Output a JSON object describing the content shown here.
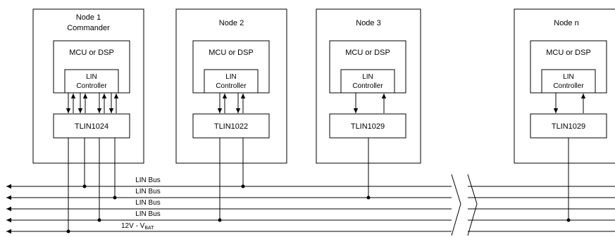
{
  "nodes": [
    {
      "title_line1": "Node 1",
      "title_line2": "Commander",
      "mcu_label": "MCU or DSP",
      "controller_line1": "LIN",
      "controller_line2": "Controller",
      "transceiver": "TLIN1024"
    },
    {
      "title_line1": "Node 2",
      "mcu_label": "MCU or DSP",
      "controller_line1": "LIN",
      "controller_line2": "Controller",
      "transceiver": "TLIN1022"
    },
    {
      "title_line1": "Node 3",
      "mcu_label": "MCU or DSP",
      "controller_line1": "LIN",
      "controller_line2": "Controller",
      "transceiver": "TLIN1029"
    },
    {
      "title_line1": "Node n",
      "mcu_label": "MCU or DSP",
      "controller_line1": "LIN",
      "controller_line2": "Controller",
      "transceiver": "TLIN1029"
    }
  ],
  "buses": [
    {
      "label": "LIN Bus"
    },
    {
      "label": "LIN Bus"
    },
    {
      "label": "LIN Bus"
    },
    {
      "label": "LIN Bus"
    },
    {
      "label_main": "12V - V",
      "label_sub": "BAT"
    }
  ]
}
